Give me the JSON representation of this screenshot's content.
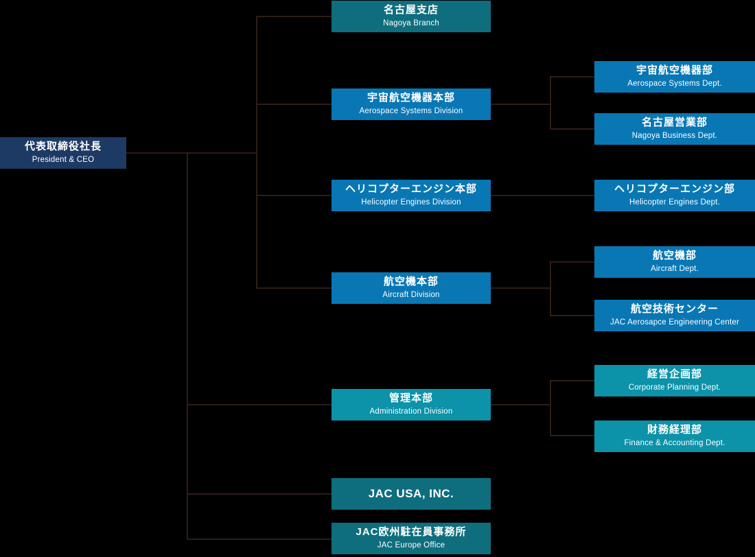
{
  "colors": {
    "background": "#000000",
    "navy": "#1d3a64",
    "tealDark": "#0e6e7e",
    "blue": "#0977b4",
    "tealLight": "#0c92a9",
    "line": "#2e1d18",
    "text": "#ffffff"
  },
  "nodes": {
    "ceo": {
      "ja": "代表取締役社長",
      "en": "President & CEO"
    },
    "nagoya_branch": {
      "ja": "名古屋支店",
      "en": "Nagoya Branch"
    },
    "aerospace_division": {
      "ja": "宇宙航空機器本部",
      "en": "Aerospace Systems Division"
    },
    "helicopter_division": {
      "ja": "ヘリコプターエンジン本部",
      "en": "Helicopter Engines Division"
    },
    "aircraft_division": {
      "ja": "航空機本部",
      "en": "Aircraft Division"
    },
    "admin_division": {
      "ja": "管理本部",
      "en": "Administration Division"
    },
    "jac_usa": {
      "ja": "JAC USA, INC."
    },
    "jac_europe": {
      "ja": "JAC欧州駐在員事務所",
      "en": "JAC Europe Office"
    },
    "aerospace_dept": {
      "ja": "宇宙航空機器部",
      "en": "Aerospace Systems Dept."
    },
    "nagoya_business_dept": {
      "ja": "名古屋営業部",
      "en": "Nagoya Business Dept."
    },
    "helicopter_dept": {
      "ja": "ヘリコプターエンジン部",
      "en": "Helicopter Engines Dept."
    },
    "aircraft_dept": {
      "ja": "航空機部",
      "en": "Aircraft Dept."
    },
    "engineering_center": {
      "ja": "航空技術センター",
      "en": "JAC Aerosapce Engineering Center"
    },
    "corporate_planning_dept": {
      "ja": "経営企画部",
      "en": "Corporate Planning Dept."
    },
    "finance_dept": {
      "ja": "財務経理部",
      "en": "Finance & Accounting Dept."
    }
  },
  "edges": [
    [
      "ceo",
      "nagoya_branch"
    ],
    [
      "ceo",
      "aerospace_division"
    ],
    [
      "ceo",
      "helicopter_division"
    ],
    [
      "ceo",
      "aircraft_division"
    ],
    [
      "ceo",
      "admin_division"
    ],
    [
      "ceo",
      "jac_usa"
    ],
    [
      "ceo",
      "jac_europe"
    ],
    [
      "aerospace_division",
      "aerospace_dept"
    ],
    [
      "aerospace_division",
      "nagoya_business_dept"
    ],
    [
      "helicopter_division",
      "helicopter_dept"
    ],
    [
      "aircraft_division",
      "aircraft_dept"
    ],
    [
      "aircraft_division",
      "engineering_center"
    ],
    [
      "admin_division",
      "corporate_planning_dept"
    ],
    [
      "admin_division",
      "finance_dept"
    ]
  ]
}
